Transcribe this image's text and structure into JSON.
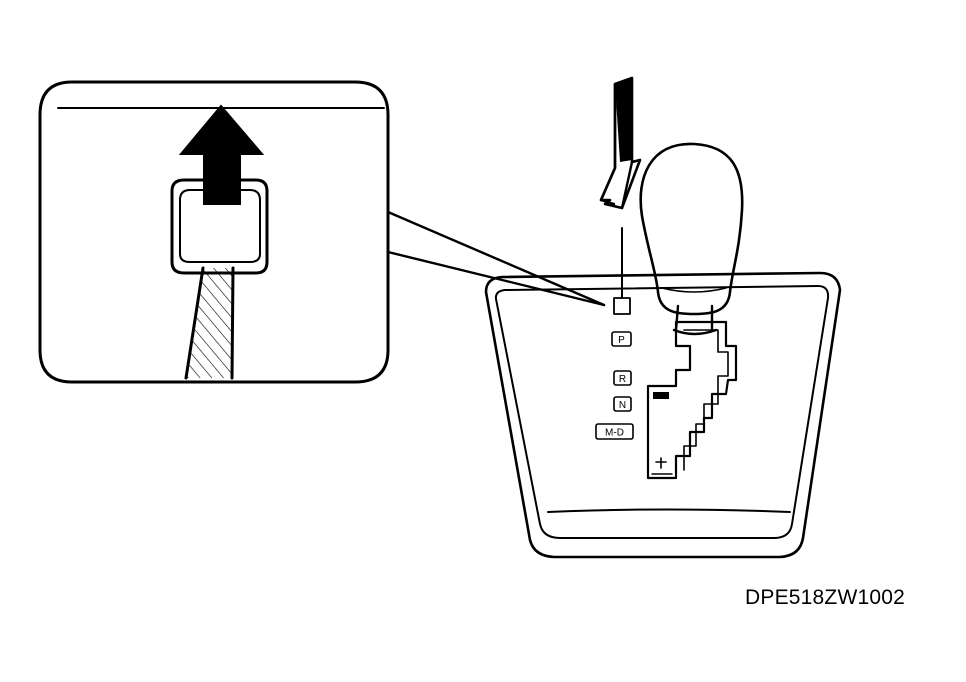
{
  "figure": {
    "code": "DPE518ZW1002"
  },
  "gate_labels": {
    "park": "P",
    "reverse": "R",
    "neutral": "N",
    "drive_manual": "M-D"
  },
  "colors": {
    "ink": "#000000",
    "background": "#ffffff"
  },
  "icons": {
    "detail_arrow": "up-arrow-icon",
    "push_arrow": "down-arrow-icon"
  }
}
